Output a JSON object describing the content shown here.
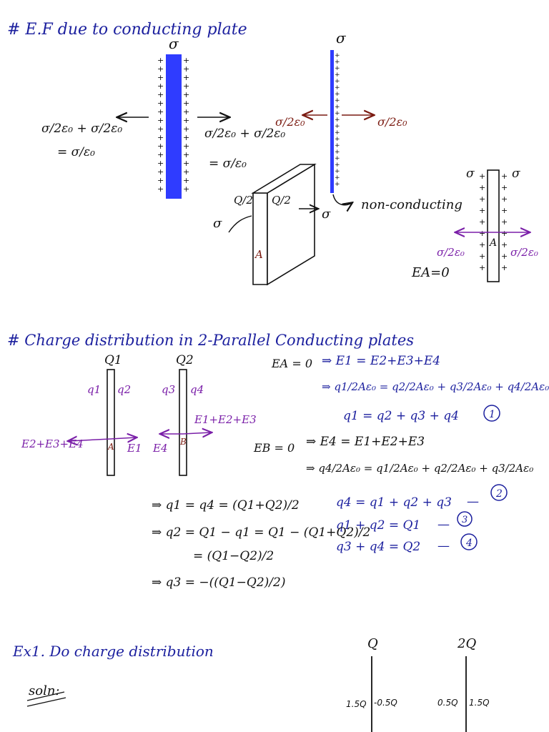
{
  "colors": {
    "paper": "#ffffff",
    "ink_blue": "#1b1f9e",
    "ink_black": "#111111",
    "ink_purple": "#7a1fa8",
    "ink_brown": "#7a1a10",
    "plate_blue": "#2f3cff"
  },
  "section1": {
    "heading": "# E.F due to conducting plate",
    "plate_sigma": "σ",
    "left_expr_top": "σ/2ε₀ + σ/2ε₀",
    "left_expr_bottom": "= σ/ε₀",
    "right_expr_top": "σ/2ε₀ + σ/2ε₀",
    "right_expr_bottom": "= σ/ε₀",
    "thin_sigma": "σ",
    "thin_left": "σ/2ε₀",
    "thin_right": "σ/2ε₀",
    "non_conducting": "non-conducting",
    "slab_q_left": "Q/2",
    "slab_q_right": "Q/2",
    "slab_sigma_left": "σ",
    "slab_sigma_right": "σ",
    "slab_point": "A",
    "small_sigma_left": "σ",
    "small_sigma_right": "σ",
    "small_left_field": "σ/2ε₀",
    "small_right_field": "σ/2ε₀",
    "small_point": "A",
    "ea_zero": "EA=0"
  },
  "section2": {
    "heading": "# Charge distribution in 2-Parallel Conducting plates",
    "plate1_label": "Q1",
    "plate2_label": "Q2",
    "q1": "q1",
    "q2": "q2",
    "q3": "q3",
    "q4": "q4",
    "field_left": "E2+E3+E4",
    "field_right": "E1",
    "field_e4": "E4",
    "field_right2": "E1+E2+E3",
    "point_a": "A",
    "point_b": "B",
    "eq_ea": "EA = 0",
    "eq_e1": "⇒  E1 = E2+E3+E4",
    "eq_frac1": "⇒ q1/2Aε₀ = q2/2Aε₀ + q3/2Aε₀ + q4/2Aε₀",
    "eq_1": "q1 = q2 + q3 + q4",
    "eq_1_num": "1",
    "eq_eb": "EB = 0",
    "eq_e4": "⇒  E4 = E1+E2+E3",
    "eq_frac2": "⇒ q4/2Aε₀ = q1/2Aε₀ + q2/2Aε₀ + q3/2Aε₀",
    "eq_2": "q4 = q1 + q2 + q3",
    "eq_2_num": "2",
    "eq_3": "q1 + q2 = Q1",
    "eq_3_num": "3",
    "eq_4": "q3 + q4 = Q2",
    "eq_4_num": "4",
    "res_1": "⇒ q1 = q4 = (Q1+Q2)/2",
    "res_2": "⇒ q2 = Q1 − q1 = Q1 − (Q1+Q2)/2",
    "res_2b": "= (Q1−Q2)/2",
    "res_3": "⇒ q3 = −((Q1−Q2)/2)"
  },
  "section3": {
    "heading": "Ex1. Do charge distribution",
    "soln": "soln:",
    "plate1_label": "Q",
    "plate2_label": "2Q",
    "p1_left": "1.5Q",
    "p1_right": "-0.5Q",
    "p2_left": "0.5Q",
    "p2_right": "1.5Q"
  }
}
